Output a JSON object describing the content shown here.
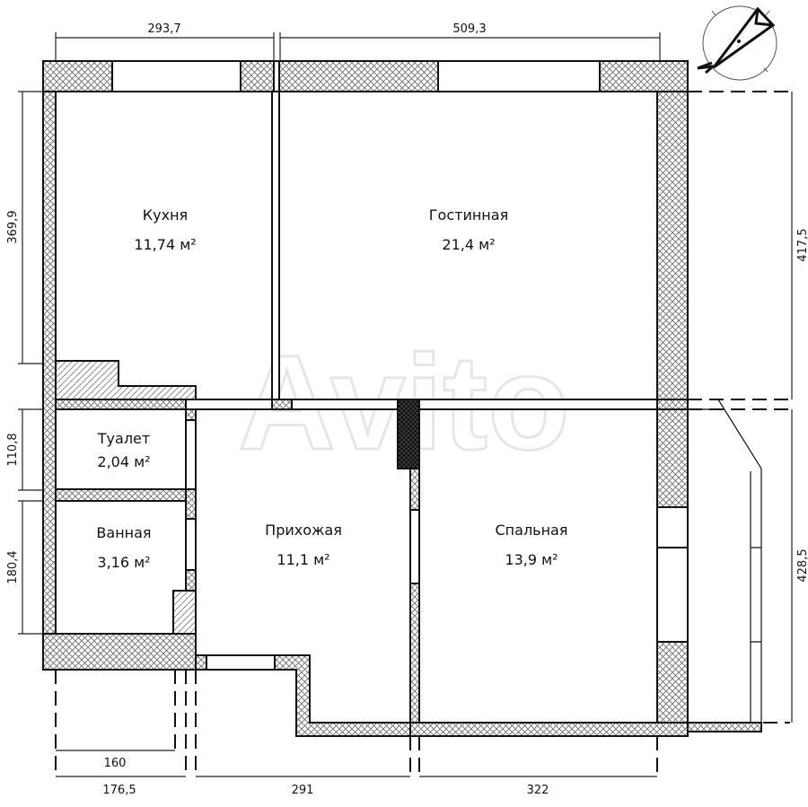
{
  "rooms": [
    {
      "name": "Кухня",
      "area": "11,74 м²"
    },
    {
      "name": "Гостинная",
      "area": "21,4 м²"
    },
    {
      "name": "Туалет",
      "area": "2,04 м²"
    },
    {
      "name": "Ванная",
      "area": "3,16 м²"
    },
    {
      "name": "Прихожая",
      "area": "11,1 м²"
    },
    {
      "name": "Спальная",
      "area": "13,9 м²"
    }
  ],
  "dimensions": {
    "top_left": "293,7",
    "top_right": "509,3",
    "left_kitchen": "369,9",
    "left_toilet": "110,8",
    "left_bath": "180,4",
    "right_top": "417,5",
    "right_bottom": "428,5",
    "bottom_160": "160",
    "bottom_176": "176,5",
    "bottom_291": "291",
    "bottom_322": "322"
  },
  "watermark": "Avito",
  "colors": {
    "wall_hatch": "#555555",
    "line": "#111111",
    "column": "#111111"
  }
}
